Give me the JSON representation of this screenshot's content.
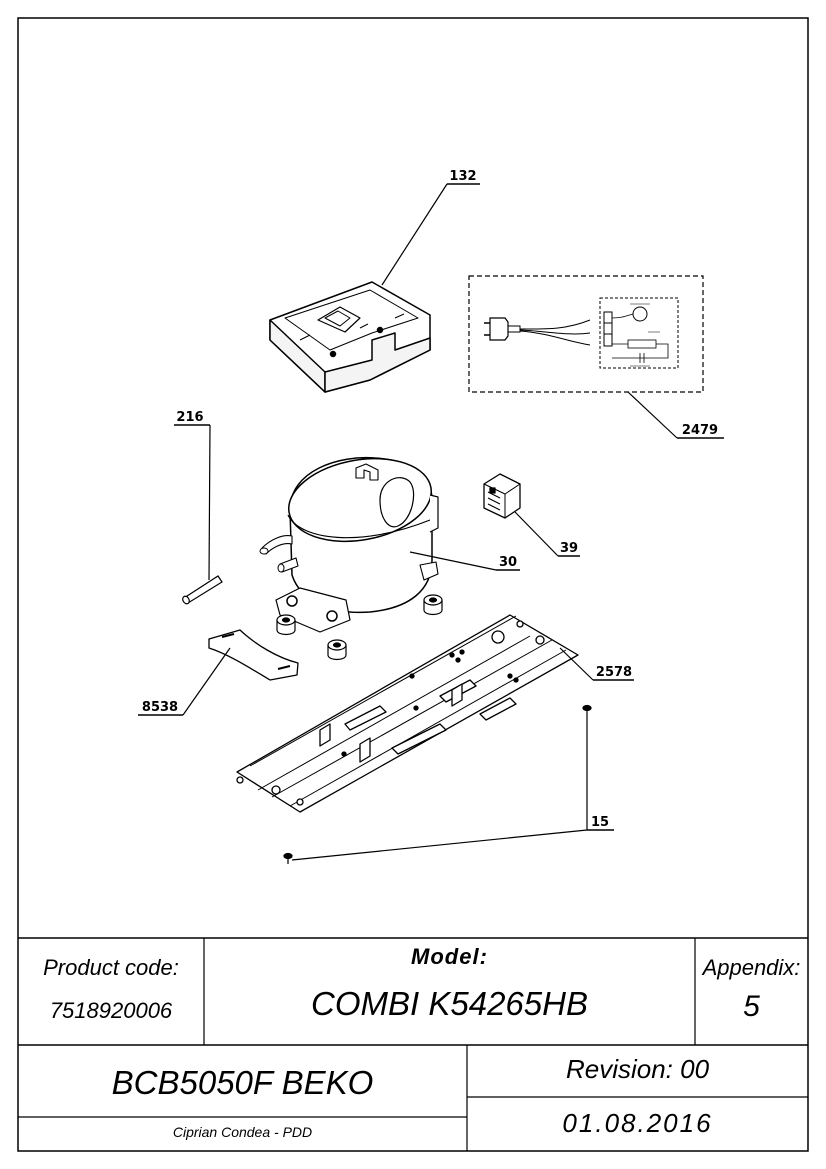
{
  "drawing": {
    "callouts": {
      "c132": "132",
      "c2479": "2479",
      "c216": "216",
      "c39": "39",
      "c30": "30",
      "c2578": "2578",
      "c8538": "8538",
      "c15": "15"
    }
  },
  "title_block": {
    "product_code_label": "Product code:",
    "product_code": "7518920006",
    "model_label": "Model:",
    "model": "COMBI K54265HB",
    "appendix_label": "Appendix:",
    "appendix": "5",
    "product_name": "BCB5050F BEKO",
    "revision_label": "Revision: 00",
    "author": "Ciprian Condea - PDD",
    "date": "01.08.2016"
  }
}
